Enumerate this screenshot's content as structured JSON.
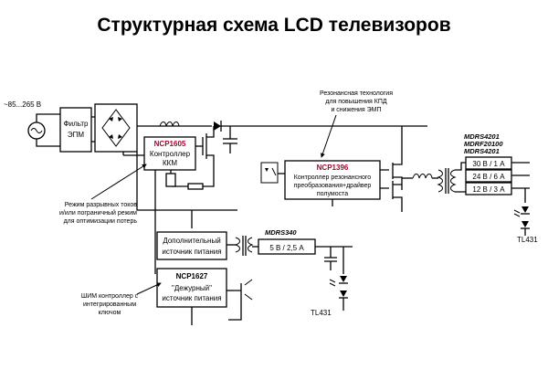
{
  "title": "Структурная схема LCD телевизоров",
  "input": {
    "voltage": "~85...265 В"
  },
  "filter": {
    "line1": "Фильтр",
    "line2": "ЭПМ"
  },
  "pfc": {
    "chip": "NCP1605",
    "line1": "Контроллер",
    "line2": "ККМ"
  },
  "resonant": {
    "chip": "NCP1396",
    "line1": "Контроллер резонансного",
    "line2": "преобразования+драйвер",
    "line3": "полумоста"
  },
  "aux": {
    "line1": "Дополнительный",
    "line2": "источник питания"
  },
  "standby": {
    "chip": "NCP1627",
    "line1": "\"Дежурный\"",
    "line2": "источник питания"
  },
  "outputs": {
    "diodes_main": [
      "MDRS4201",
      "MDRF20100",
      "MDRS4201"
    ],
    "main": [
      "30 В / 1 А",
      "24 В / 6 А",
      "12 В / 3 А"
    ],
    "diode_aux": "MDRS340",
    "aux": "5 В / 2,5 А"
  },
  "regulators": {
    "tl_main": "TL431",
    "tl_aux": "TL431"
  },
  "annotations": {
    "resonant": [
      "Резонансная технология",
      "для повышения КПД",
      "и снижения ЭМП"
    ],
    "pfc_mode": [
      "Режим разрывных токов",
      "и/или пограничный режим",
      "для оптимизации потерь"
    ],
    "pwm": [
      "ШИМ контроллер с",
      "интегрированным",
      "ключом"
    ]
  }
}
